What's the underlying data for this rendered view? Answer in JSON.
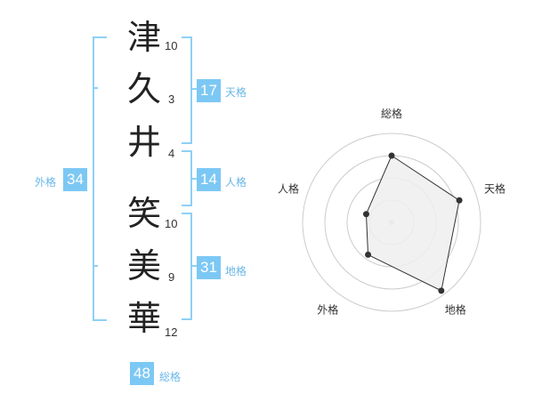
{
  "name": {
    "characters": [
      {
        "char": "津",
        "strokes": "10"
      },
      {
        "char": "久",
        "strokes": "3"
      },
      {
        "char": "井",
        "strokes": "4"
      },
      {
        "char": "笑",
        "strokes": "10"
      },
      {
        "char": "美",
        "strokes": "9"
      },
      {
        "char": "華",
        "strokes": "12"
      }
    ]
  },
  "fortune": {
    "tenkaku": {
      "value": "17",
      "label": "天格"
    },
    "jinkaku": {
      "value": "14",
      "label": "人格"
    },
    "chikaku": {
      "value": "31",
      "label": "地格"
    },
    "gaikaku": {
      "value": "34",
      "label": "外格"
    },
    "soukaku": {
      "value": "48",
      "label": "総格"
    }
  },
  "chart_data": {
    "type": "radar",
    "axes": [
      "総格",
      "天格",
      "地格",
      "外格",
      "人格"
    ],
    "values": [
      0.75,
      0.8,
      0.95,
      0.45,
      0.3
    ],
    "rings": 4,
    "colors": {
      "fill": "#eeeeee",
      "stroke": "#333333",
      "ring": "#cccccc",
      "center": "#cccccc"
    }
  },
  "colors": {
    "accent": "#7cc8f4",
    "bracket": "#8fd0f6",
    "label": "#69b7e6"
  }
}
